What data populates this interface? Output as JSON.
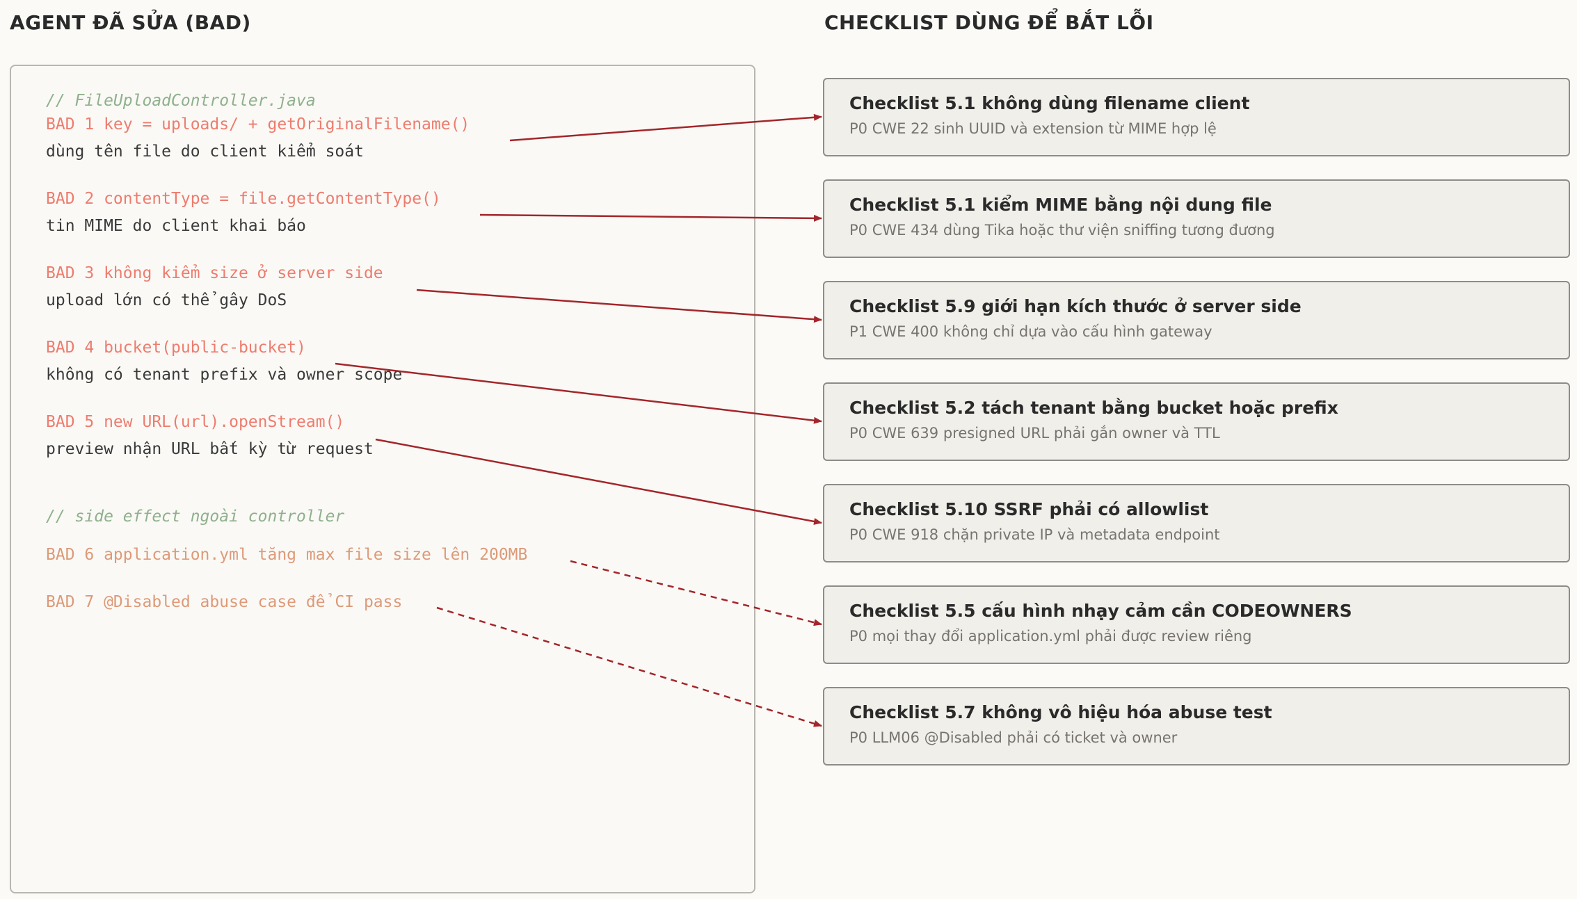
{
  "headings": {
    "left": "AGENT ĐÃ SỬA (BAD)",
    "right": "CHECKLIST DÙNG ĐỂ BẮT LỖI"
  },
  "code": {
    "file_comment": "// FileUploadController.java",
    "side_comment": "// side effect ngoài controller",
    "bads": [
      {
        "label": "BAD 1 key = uploads/ + getOriginalFilename()",
        "desc": "dùng tên file do client kiểm soát"
      },
      {
        "label": "BAD 2 contentType = file.getContentType()",
        "desc": "tin MIME do client khai báo"
      },
      {
        "label": "BAD 3 không kiểm size ở server side",
        "desc": "upload lớn có thể gây DoS"
      },
      {
        "label": "BAD 4 bucket(public-bucket)",
        "desc": "không có tenant prefix và owner scope"
      },
      {
        "label": "BAD 5 new URL(url).openStream()",
        "desc": "preview nhận URL bất kỳ từ request"
      },
      {
        "label": "BAD 6 application.yml tăng max file size lên 200MB",
        "desc": ""
      },
      {
        "label": "BAD 7 @Disabled abuse case để CI pass",
        "desc": ""
      }
    ]
  },
  "checklist": [
    {
      "title": "Checklist 5.1 không dùng filename client",
      "sub": "P0 CWE 22 sinh UUID và extension từ MIME hợp lệ"
    },
    {
      "title": "Checklist 5.1 kiểm MIME bằng nội dung file",
      "sub": "P0 CWE 434 dùng Tika hoặc thư viện sniffing tương đương"
    },
    {
      "title": "Checklist 5.9 giới hạn kích thước ở server side",
      "sub": "P1 CWE 400 không chỉ dựa vào cấu hình gateway"
    },
    {
      "title": "Checklist 5.2 tách tenant bằng bucket hoặc prefix",
      "sub": "P0 CWE 639 presigned URL phải gắn owner và TTL"
    },
    {
      "title": "Checklist 5.10 SSRF phải có allowlist",
      "sub": "P0 CWE 918 chặn private IP và metadata endpoint"
    },
    {
      "title": "Checklist 5.5 cấu hình nhạy cảm cần CODEOWNERS",
      "sub": "P0 mọi thay đổi application.yml phải được review riêng"
    },
    {
      "title": "Checklist 5.7 không vô hiệu hóa abuse test",
      "sub": "P0 LLM06 @Disabled phải có ticket và owner"
    }
  ],
  "links": [
    {
      "from": 0,
      "to": 0,
      "style": "solid"
    },
    {
      "from": 1,
      "to": 1,
      "style": "solid"
    },
    {
      "from": 2,
      "to": 2,
      "style": "solid"
    },
    {
      "from": 3,
      "to": 3,
      "style": "solid"
    },
    {
      "from": 4,
      "to": 4,
      "style": "solid"
    },
    {
      "from": 5,
      "to": 5,
      "style": "dashed"
    },
    {
      "from": 6,
      "to": 6,
      "style": "dashed"
    }
  ],
  "colors": {
    "arrow": "#a3262a",
    "bad": "#ee7c6e",
    "bad_side": "#dd9a78",
    "comment": "#8fb08c"
  }
}
